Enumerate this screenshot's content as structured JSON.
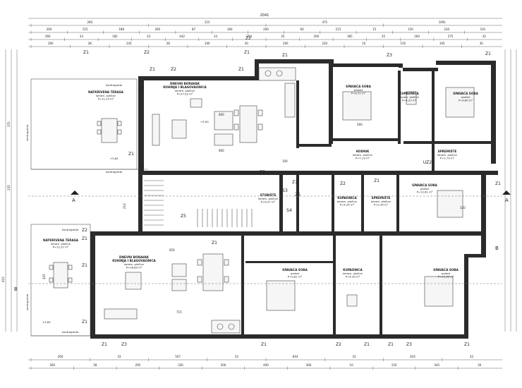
{
  "dimensions": {
    "total_top": "2041",
    "top_row1": [
      "260",
      "215",
      "475",
      "1091"
    ],
    "top_row2": [
      "260",
      "215",
      "188",
      "200",
      "87",
      "300",
      "200",
      "60",
      "215",
      "15",
      "150",
      "230",
      "101"
    ],
    "top_row3": [
      "260",
      "33",
      "182",
      "33",
      "442",
      "33",
      "250",
      "35",
      "200",
      "365",
      "25",
      "160",
      "275",
      "33"
    ],
    "top_row4": [
      "260",
      "28",
      "220",
      "28",
      "340",
      "30",
      "200",
      "220",
      "10",
      "150",
      "345",
      "30"
    ],
    "bottom_row1": [
      "260",
      "33",
      "507",
      "33",
      "644",
      "33",
      "635",
      "33"
    ],
    "bottom_row2": [
      "260",
      "28",
      "295",
      "330",
      "200",
      "400",
      "360",
      "10",
      "150",
      "345",
      "30"
    ]
  },
  "tags": {
    "z1": "Z1",
    "z2": "Z2",
    "z3": "Z3",
    "z5": "Z5",
    "s3": "S3",
    "s4": "S4",
    "uz2": "UZ2",
    "section_a": "A",
    "section_b": "B"
  },
  "rooms": {
    "terrace_top": {
      "name": "NATKRIVENA TERASA",
      "finish": "keram. pločice",
      "area": "P=11,24 m²"
    },
    "living_top": {
      "name": "DNEVNI BORAVAK",
      "sub": "KUHINJA I BLAGOVAONICA",
      "finish": "keram. pločice",
      "area": "P=27,02 m²"
    },
    "bedroom_top1": {
      "name": "SPAVAĆA SOBA",
      "finish": "parket",
      "area": "P=9,72 m²"
    },
    "bath_top": {
      "name": "KUPAONICA",
      "finish": "keram. pločice",
      "area": "P=4,33 m²"
    },
    "bedroom_top2": {
      "name": "SPAVAĆA SOBA",
      "finish": "parket",
      "area": "P=9,80 m²"
    },
    "hall_top": {
      "name": "HODNIK",
      "finish": "keram. pločice",
      "area": "P=7,19 m²"
    },
    "storage_top": {
      "name": "SPREMIŠTE",
      "finish": "keram. pločice",
      "area": "P=1,79 m²"
    },
    "stairs": {
      "name": "STUBIŠTE",
      "finish": "keram. pločice",
      "area": "P=9,37 m²"
    },
    "bath_mid": {
      "name": "KUPAONICA",
      "finish": "keram. pločice",
      "area": "P=4,35 m²"
    },
    "storage_mid": {
      "name": "SPREMIŠTE",
      "finish": "keram. pločice",
      "area": "P=2,44 m²"
    },
    "bedroom_mid": {
      "name": "SPAVAĆA SOBA",
      "finish": "parket",
      "area": "P=12,61 m²"
    },
    "terrace_bottom": {
      "name": "NATKRIVENA TERASA",
      "finish": "keram. pločice",
      "area": "P=12,37 m²"
    },
    "living_bottom": {
      "name": "DNEVNI BORAVAK",
      "sub": "KUHINJA I BLAGOVAONICA",
      "finish": "keram. pločice",
      "area": "P=28,89 m²"
    },
    "bedroom_bot1": {
      "name": "SPAVAĆA SOBA",
      "finish": "parket",
      "area": "P=9,81 m²"
    },
    "bath_bot": {
      "name": "KUPAONICA",
      "finish": "keram. pločice",
      "area": "P=4,39 m²"
    },
    "bedroom_bot2": {
      "name": "SPAVAĆA SOBA",
      "finish": "parket",
      "area": "P=11,30 m²"
    }
  },
  "labels": {
    "kontragreda": "kontragreda",
    "level_top": "+5,90",
    "level_left": "+5,84",
    "dim_650": "650",
    "dim_715": "715",
    "dim_660": "660",
    "dim_320": "320",
    "dim_260": "260",
    "dim_100": "100",
    "dim_425": "425",
    "dim_410": "410",
    "dim_370": "370",
    "dim_210": "210",
    "dim_235": "235"
  }
}
